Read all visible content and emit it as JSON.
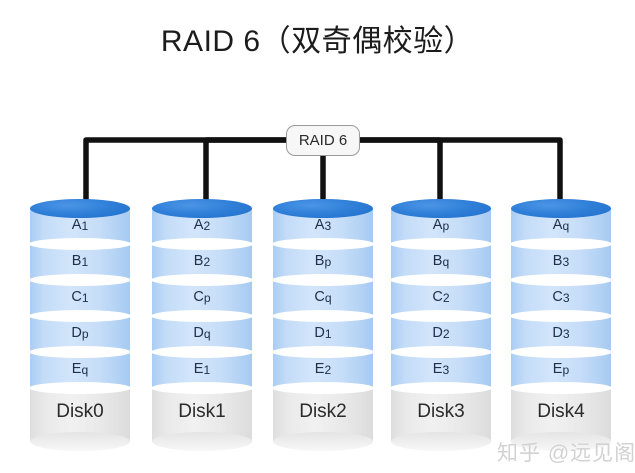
{
  "title": "RAID 6（双奇偶校验）",
  "controller": {
    "label": "RAID 6"
  },
  "watermark": "知乎 @远见阁",
  "colors": {
    "background": "#ffffff",
    "disk_cap": "#2f7fd8",
    "disk_segment": "#c4dcf8",
    "disk_base": "#eaeaea",
    "segment_text": "#20304a",
    "connector_line": "#111111",
    "controller_border": "#9a9a9a",
    "title_text": "#1c1c1c",
    "watermark_text": "#d2d2d2"
  },
  "disks": [
    {
      "name": "Disk0",
      "cells": [
        {
          "text": "A1",
          "base": "A",
          "sub": "1",
          "kind": "data"
        },
        {
          "text": "B1",
          "base": "B",
          "sub": "1",
          "kind": "data"
        },
        {
          "text": "C1",
          "base": "C",
          "sub": "1",
          "kind": "data"
        },
        {
          "text": "Dp",
          "base": "D",
          "sub": "p",
          "kind": "parity-p"
        },
        {
          "text": "Eq",
          "base": "E",
          "sub": "q",
          "kind": "parity-q"
        }
      ]
    },
    {
      "name": "Disk1",
      "cells": [
        {
          "text": "A2",
          "base": "A",
          "sub": "2",
          "kind": "data"
        },
        {
          "text": "B2",
          "base": "B",
          "sub": "2",
          "kind": "data"
        },
        {
          "text": "Cp",
          "base": "C",
          "sub": "p",
          "kind": "parity-p"
        },
        {
          "text": "Dq",
          "base": "D",
          "sub": "q",
          "kind": "parity-q"
        },
        {
          "text": "E1",
          "base": "E",
          "sub": "1",
          "kind": "data"
        }
      ]
    },
    {
      "name": "Disk2",
      "cells": [
        {
          "text": "A3",
          "base": "A",
          "sub": "3",
          "kind": "data"
        },
        {
          "text": "Bp",
          "base": "B",
          "sub": "p",
          "kind": "parity-p"
        },
        {
          "text": "Cq",
          "base": "C",
          "sub": "q",
          "kind": "parity-q"
        },
        {
          "text": "D1",
          "base": "D",
          "sub": "1",
          "kind": "data"
        },
        {
          "text": "E2",
          "base": "E",
          "sub": "2",
          "kind": "data"
        }
      ]
    },
    {
      "name": "Disk3",
      "cells": [
        {
          "text": "Ap",
          "base": "A",
          "sub": "p",
          "kind": "parity-p"
        },
        {
          "text": "Bq",
          "base": "B",
          "sub": "q",
          "kind": "parity-q"
        },
        {
          "text": "C2",
          "base": "C",
          "sub": "2",
          "kind": "data"
        },
        {
          "text": "D2",
          "base": "D",
          "sub": "2",
          "kind": "data"
        },
        {
          "text": "E3",
          "base": "E",
          "sub": "3",
          "kind": "data"
        }
      ]
    },
    {
      "name": "Disk4",
      "cells": [
        {
          "text": "Aq",
          "base": "A",
          "sub": "q",
          "kind": "parity-q"
        },
        {
          "text": "B3",
          "base": "B",
          "sub": "3",
          "kind": "data"
        },
        {
          "text": "C3",
          "base": "C",
          "sub": "3",
          "kind": "data"
        },
        {
          "text": "D3",
          "base": "D",
          "sub": "3",
          "kind": "data"
        },
        {
          "text": "Ep",
          "base": "E",
          "sub": "p",
          "kind": "parity-p"
        }
      ]
    }
  ]
}
